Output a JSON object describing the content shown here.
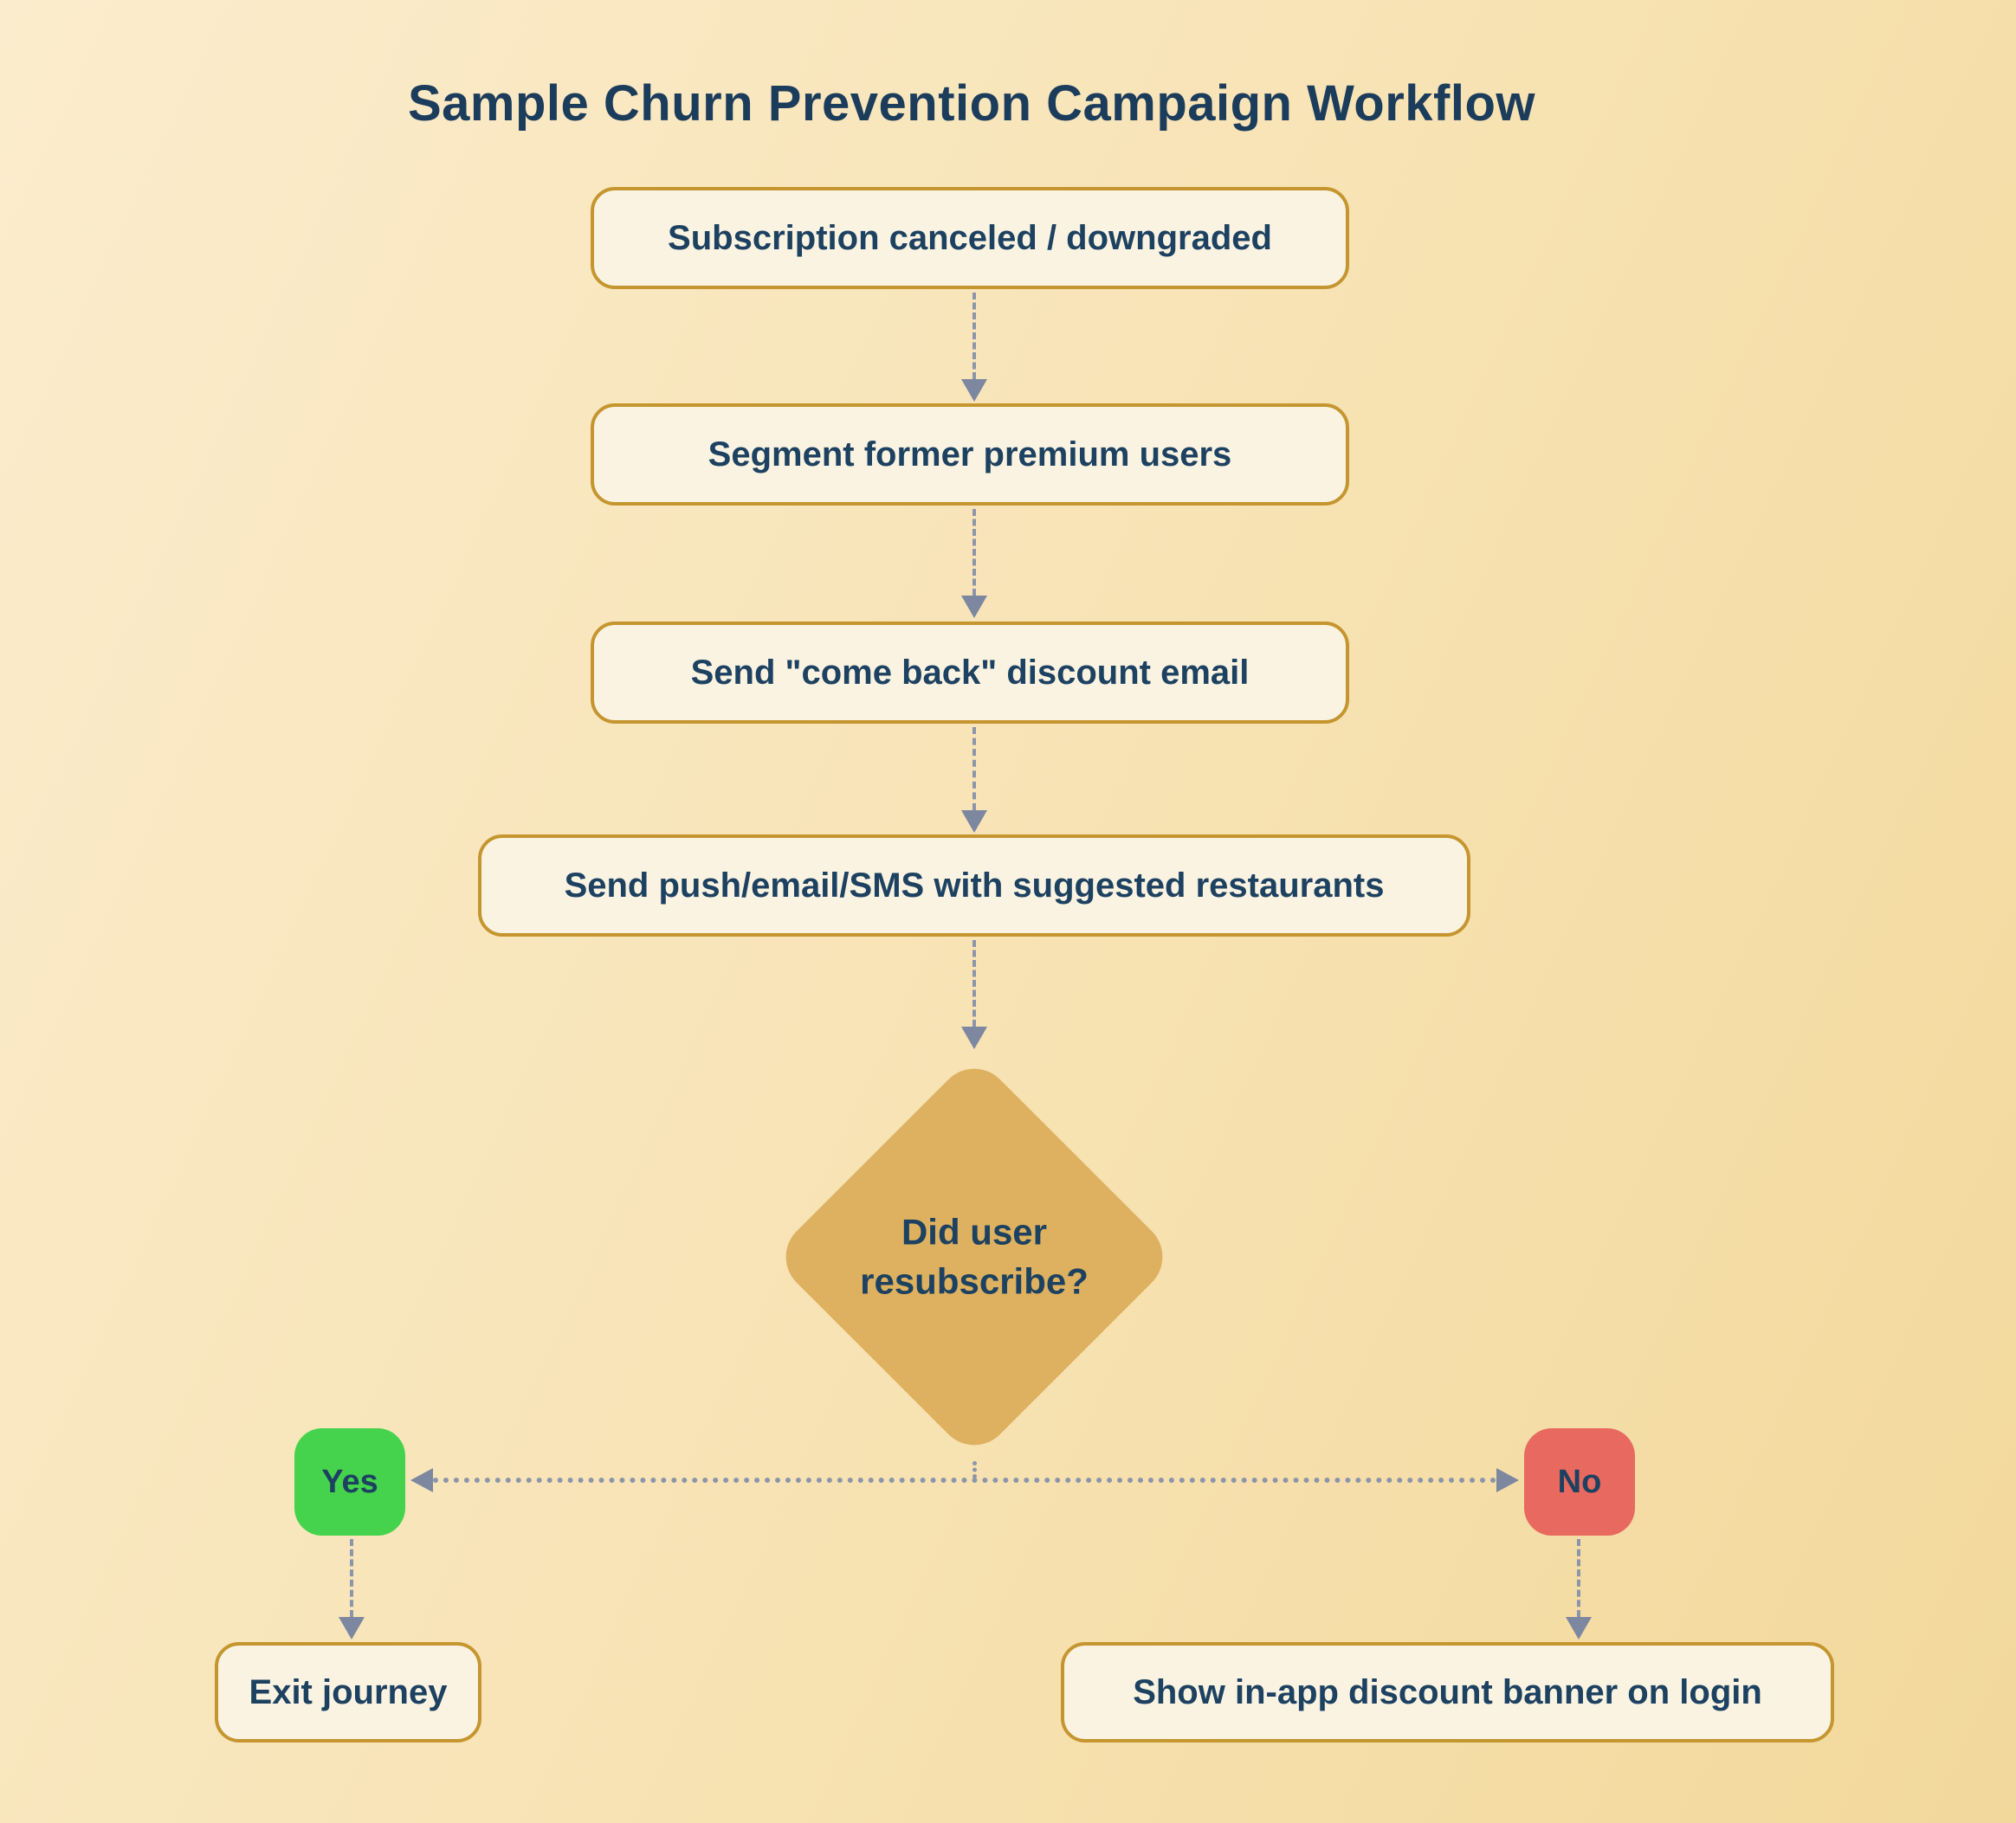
{
  "title": "Sample Churn Prevention Campaign Workflow",
  "flowchart": {
    "nodes": [
      {
        "id": "step1",
        "type": "process",
        "label": "Subscription canceled / downgraded"
      },
      {
        "id": "step2",
        "type": "process",
        "label": "Segment former premium users"
      },
      {
        "id": "step3",
        "type": "process",
        "label": "Send \"come back\" discount email"
      },
      {
        "id": "step4",
        "type": "process",
        "label": "Send push/email/SMS with suggested restaurants"
      },
      {
        "id": "decision1",
        "type": "decision",
        "label": "Did user resubscribe?"
      },
      {
        "id": "yes",
        "type": "branch-badge",
        "label": "Yes"
      },
      {
        "id": "no",
        "type": "branch-badge",
        "label": "No"
      },
      {
        "id": "exit",
        "type": "process",
        "label": "Exit journey"
      },
      {
        "id": "banner",
        "type": "process",
        "label": "Show in-app discount banner on login"
      }
    ],
    "edges": [
      {
        "from": "step1",
        "to": "step2",
        "style": "dashed-arrow"
      },
      {
        "from": "step2",
        "to": "step3",
        "style": "dashed-arrow"
      },
      {
        "from": "step3",
        "to": "step4",
        "style": "dashed-arrow"
      },
      {
        "from": "step4",
        "to": "decision1",
        "style": "dashed-arrow"
      },
      {
        "from": "decision1",
        "to": "yes",
        "style": "dotted-arrow"
      },
      {
        "from": "decision1",
        "to": "no",
        "style": "dotted-arrow"
      },
      {
        "from": "yes",
        "to": "exit",
        "style": "dashed-arrow"
      },
      {
        "from": "no",
        "to": "banner",
        "style": "dashed-arrow"
      }
    ]
  },
  "colors": {
    "bg-start": "#fbeccd",
    "bg-mid": "#f7e2b2",
    "bg-end": "#f2d89b",
    "node-bg": "#faf3e2",
    "node-border": "#c5952f",
    "diamond-bg": "#ddb15f",
    "yes-bg": "#45d34d",
    "no-bg": "#e8695f",
    "text": "#1d4160",
    "title-text": "#1c3c5c",
    "connector": "#8c95a9",
    "arrowhead": "#7d87a0"
  }
}
